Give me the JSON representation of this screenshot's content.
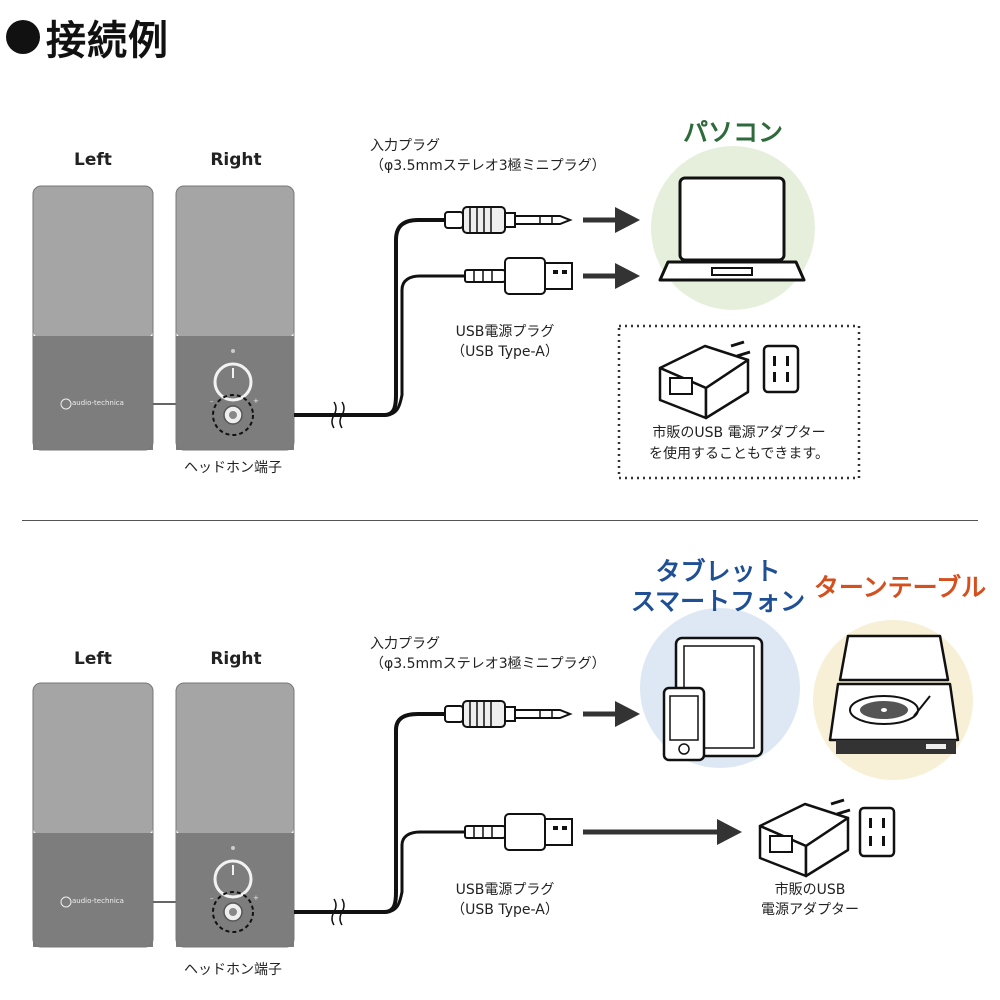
{
  "title": "接続例",
  "speakers": {
    "left": "Left",
    "right": "Right",
    "brand": "audio-technica"
  },
  "headphone_jack": "ヘッドホン端子",
  "input_plug": {
    "line1": "入力プラグ",
    "line2": "（φ3.5mmステレオ3極ミニプラグ）"
  },
  "usb_plug": {
    "line1": "USB電源プラグ",
    "line2": "（USB Type-A）"
  },
  "section1": {
    "device": "パソコン",
    "adapter_note": {
      "line1": "市販のUSB 電源アダプターを",
      "line1a": "市販のUSB 電源アダプター",
      "line2": "を使用することもできます。"
    }
  },
  "section2": {
    "device_tablet_line1": "タブレット",
    "device_tablet_line2": "スマートフォン",
    "device_turntable": "ターンテーブル",
    "adapter_line1": "市販のUSB",
    "adapter_line2": "電源アダプター"
  },
  "colors": {
    "pc_title": "#2e6b3a",
    "tablet_title": "#1f4f94",
    "turntable_title": "#d4501e",
    "pc_circle": "#e6efdc",
    "tablet_circle": "#dde8f4",
    "turntable_circle": "#f7f0d6",
    "speaker_top": "#a5a5a5",
    "speaker_bottom": "#7d7d7d"
  }
}
